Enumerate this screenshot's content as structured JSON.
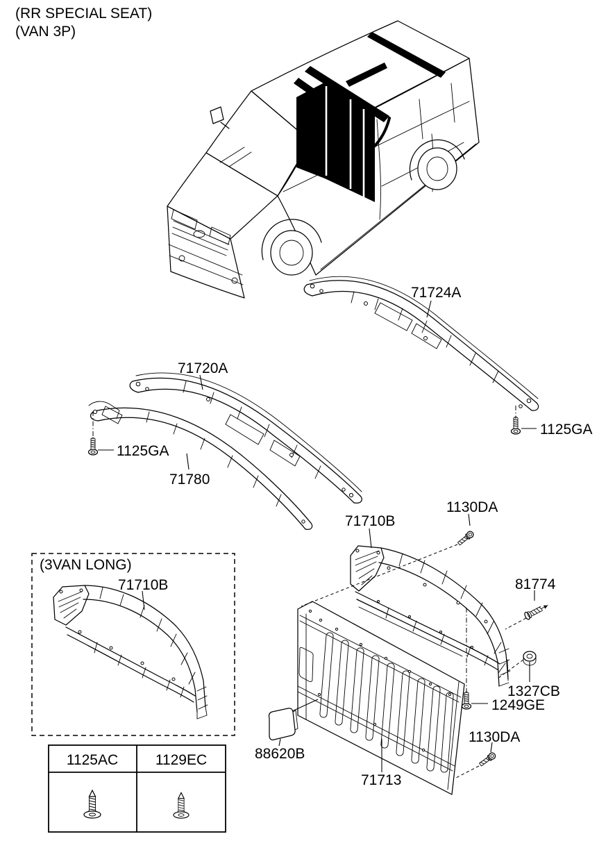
{
  "page": {
    "background": "#ffffff",
    "line_color": "#000000",
    "highlight_fill": "#000000"
  },
  "header": {
    "line1": "(RR SPECIAL SEAT)",
    "line2": "(VAN 3P)"
  },
  "callouts": {
    "rail_71724a": "71724A",
    "screw_1125ga_right": "1125GA",
    "rail_71720a": "71720A",
    "screw_1125ga_left": "1125GA",
    "rail_71780": "71780",
    "frame_71710b": "71710B",
    "bolt_1130da_upper": "1130DA",
    "screw_81774": "81774",
    "nut_1327cb": "1327CB",
    "screw_1249ge": "1249GE",
    "bolt_1130da_lower": "1130DA",
    "pad_88620b": "88620B",
    "panel_71713": "71713"
  },
  "inset": {
    "title": "(3VAN LONG)",
    "part_label": "71710B"
  },
  "fastener_table": {
    "columns": [
      {
        "code": "1125AC",
        "icon": "tapping-screw-icon"
      },
      {
        "code": "1129EC",
        "icon": "tapping-screw-icon"
      }
    ]
  }
}
